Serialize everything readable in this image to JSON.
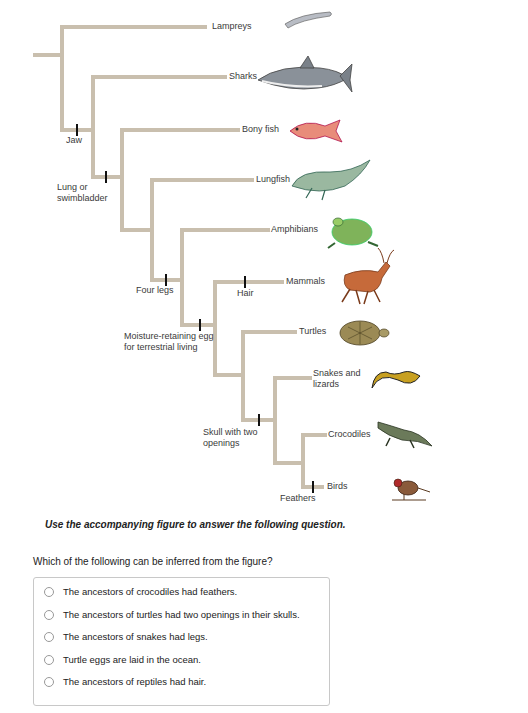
{
  "diagram": {
    "nodes": [
      {
        "text": [
          "The ancestors of crocodiles had feathers.",
          "The ancestors of turtles had two openings in their skulls.",
          "The ancestors of snakes had legs.",
          "Turtle eggs are laid in the ocean.",
          "The ancestors of reptiles had hair."
        ]
      }
    ],
    "labels": [
      "Lampreys",
      "Sharks",
      "Bony fish",
      "Lungfish",
      "Amphibians",
      "Mammals",
      "Turtles",
      "Snakes and lizards",
      "Crocodiles",
      "Birds",
      "Jaw",
      "Lung or swimbladder",
      "Four legs",
      "Hair",
      "Moisture-retaining egg for terrestrial living",
      "Skull with two openings",
      "Feathers",
      "Use the accompanying figure to answer the following question.",
      "Which of the following can be inferred from the figure?"
    ]
  }
}
